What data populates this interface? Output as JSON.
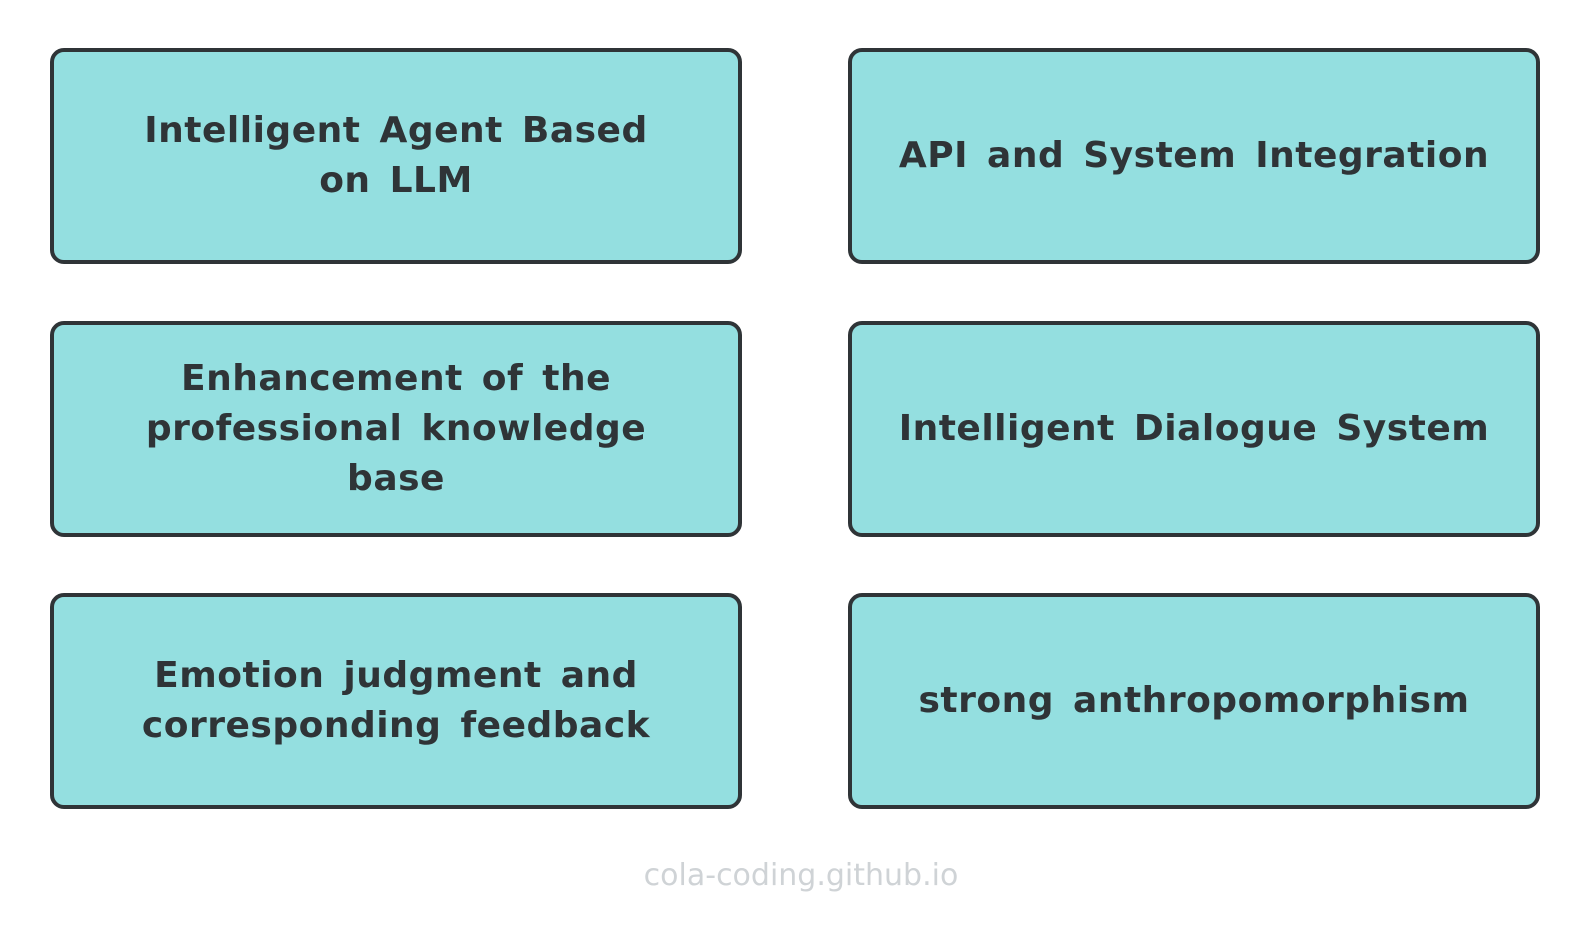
{
  "diagram": {
    "fill_color": "#94dfe0",
    "border_color": "#2f3437",
    "text_color": "#2f3437",
    "cards": [
      {
        "label": "Intelligent Agent Based on LLM"
      },
      {
        "label": "API and System Integration"
      },
      {
        "label": "Enhancement of the professional knowledge base"
      },
      {
        "label": "Intelligent Dialogue System"
      },
      {
        "label": "Emotion judgment and corresponding feedback"
      },
      {
        "label": "strong anthropomorphism"
      }
    ]
  },
  "watermark": {
    "text": "cola-coding.github.io",
    "color": "#cfd3d6"
  }
}
